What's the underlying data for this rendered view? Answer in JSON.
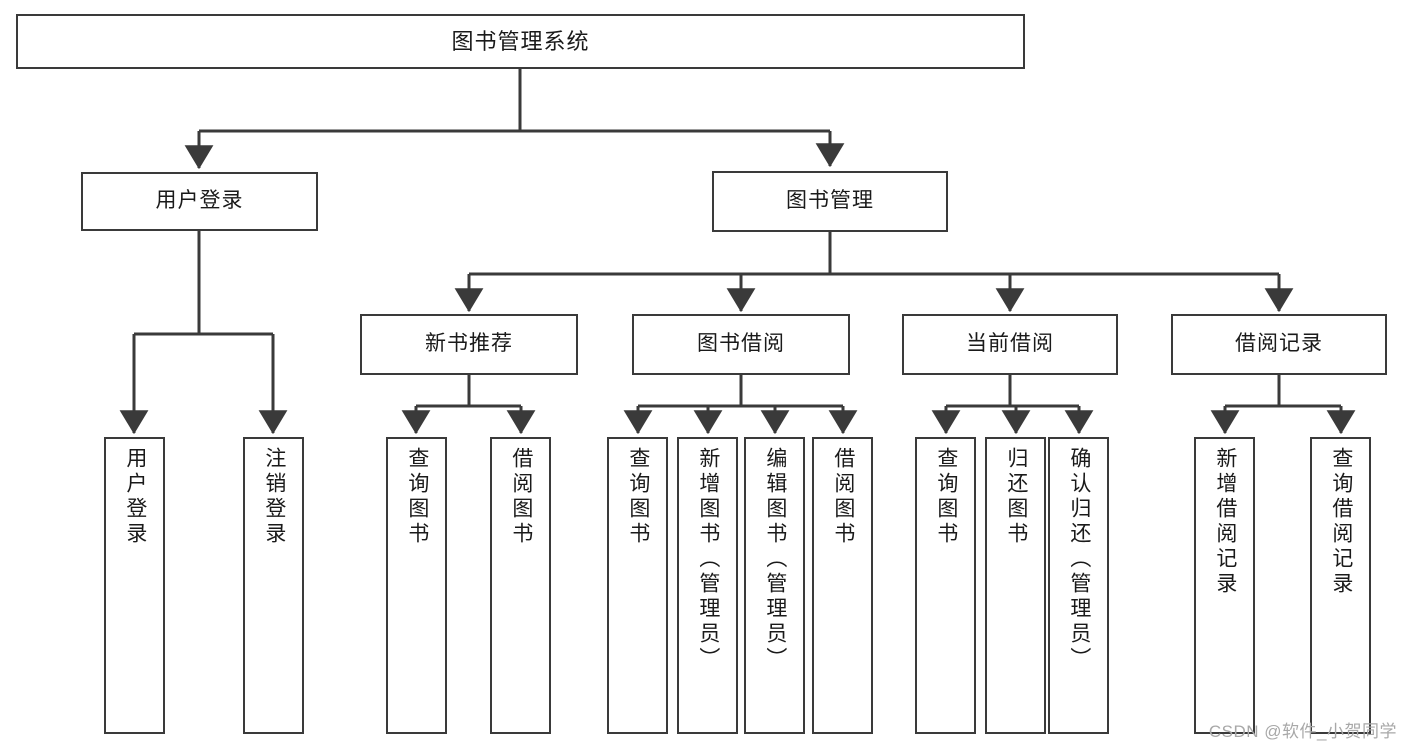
{
  "diagram": {
    "title": "图书管理系统",
    "type": "tree-hierarchy-chart",
    "watermark": "CSDN @软件_小贺同学",
    "colors": {
      "box_border": "#3a3a3a",
      "box_fill": "#ffffff",
      "edge": "#3a3a3a",
      "text": "#1a1a1a",
      "watermark": "#a8a8a8",
      "background": "#ffffff"
    },
    "root": {
      "label": "图书管理系统"
    },
    "level1": [
      {
        "id": "user-login",
        "label": "用户登录"
      },
      {
        "id": "book-management",
        "label": "图书管理"
      }
    ],
    "level2": [
      {
        "id": "new-book-recommend",
        "label": "新书推荐",
        "parent": "book-management"
      },
      {
        "id": "book-borrow",
        "label": "图书借阅",
        "parent": "book-management"
      },
      {
        "id": "current-borrow",
        "label": "当前借阅",
        "parent": "book-management"
      },
      {
        "id": "borrow-record",
        "label": "借阅记录",
        "parent": "book-management"
      }
    ],
    "leaves": [
      {
        "id": "leaf-user-login",
        "label": "用户登录",
        "parent": "user-login"
      },
      {
        "id": "leaf-logout",
        "label": "注销登录",
        "parent": "user-login"
      },
      {
        "id": "leaf-query-book-1",
        "label": "查询图书",
        "parent": "new-book-recommend"
      },
      {
        "id": "leaf-borrow-book-1",
        "label": "借阅图书",
        "parent": "new-book-recommend"
      },
      {
        "id": "leaf-query-book-2",
        "label": "查询图书",
        "parent": "book-borrow"
      },
      {
        "id": "leaf-add-book",
        "label": "新增图书（管理员）",
        "parent": "book-borrow"
      },
      {
        "id": "leaf-edit-book",
        "label": "编辑图书（管理员）",
        "parent": "book-borrow"
      },
      {
        "id": "leaf-borrow-book-2",
        "label": "借阅图书",
        "parent": "book-borrow"
      },
      {
        "id": "leaf-query-book-3",
        "label": "查询图书",
        "parent": "current-borrow"
      },
      {
        "id": "leaf-return-book",
        "label": "归还图书",
        "parent": "current-borrow"
      },
      {
        "id": "leaf-confirm-return",
        "label": "确认归还（管理员）",
        "parent": "current-borrow"
      },
      {
        "id": "leaf-add-record",
        "label": "新增借阅记录",
        "parent": "borrow-record"
      },
      {
        "id": "leaf-query-record",
        "label": "查询借阅记录",
        "parent": "borrow-record"
      }
    ]
  }
}
